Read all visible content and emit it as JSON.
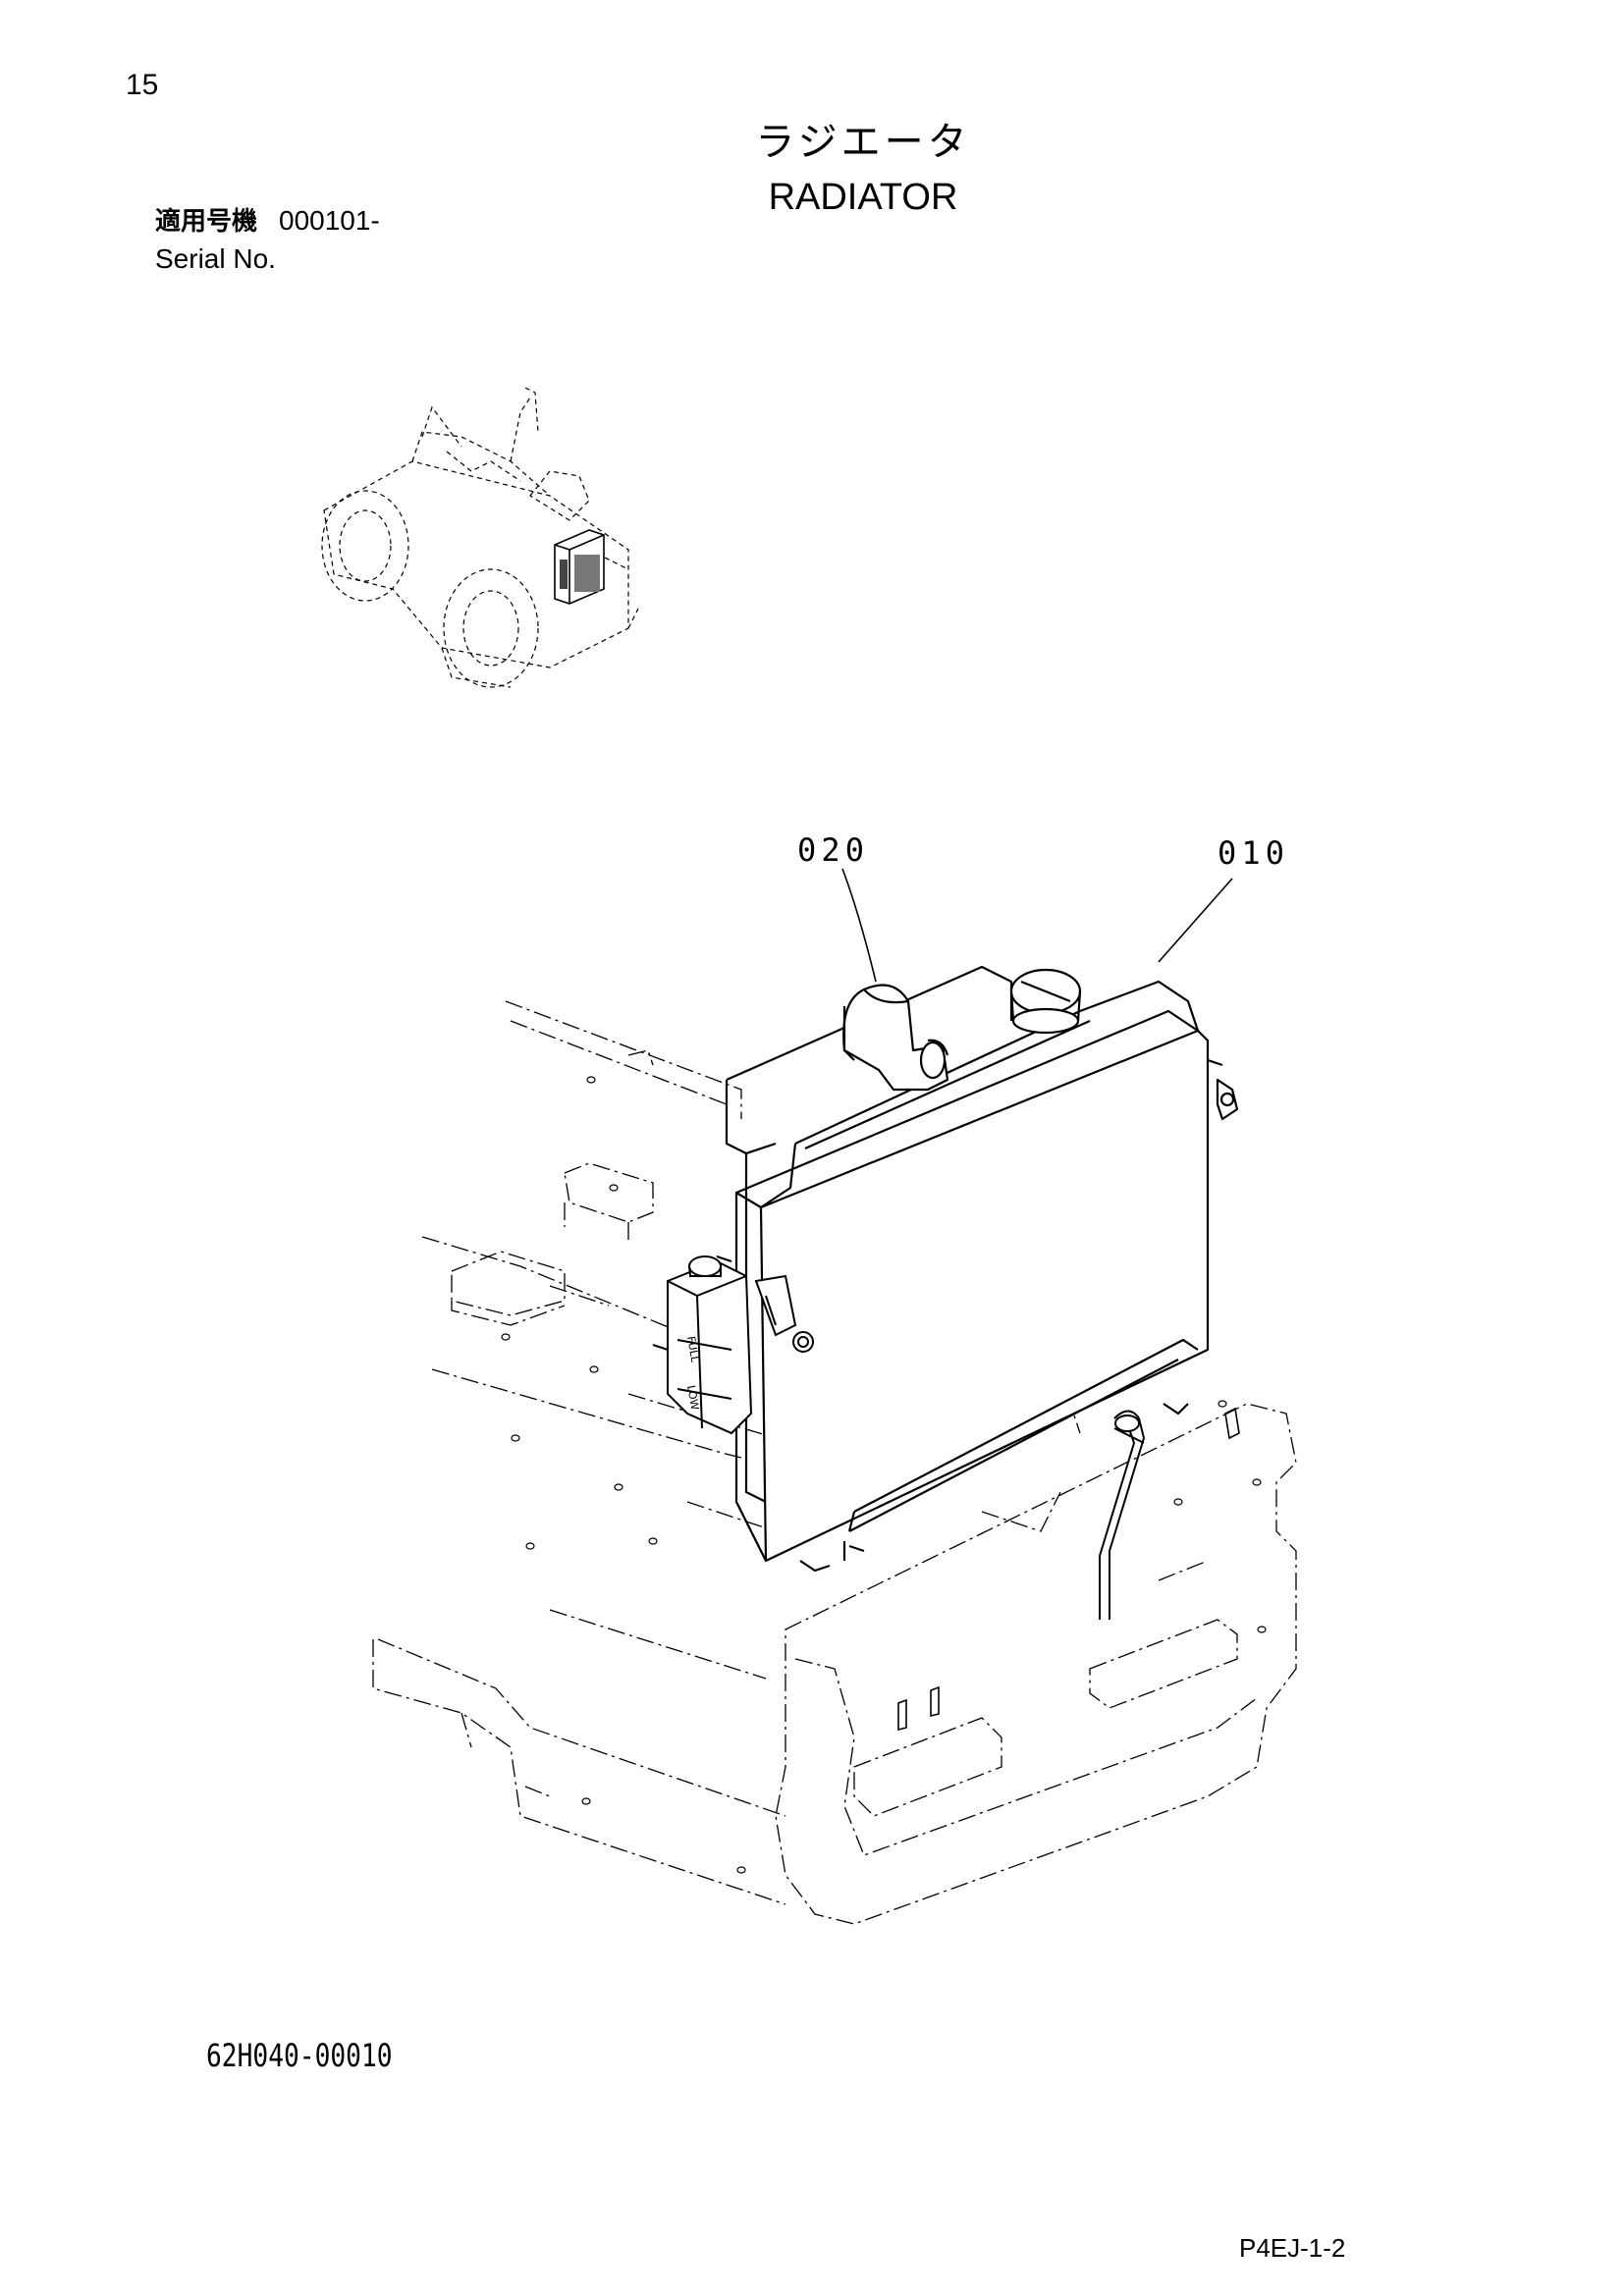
{
  "page": {
    "number": "15",
    "title_jp": "ラジエータ",
    "title_en": "RADIATOR",
    "serial_label_jp": "適用号機",
    "serial_value": "000101-",
    "serial_label_en": "Serial No.",
    "figure_code": "62H040-00010",
    "doc_ref": "P4EJ-1-2"
  },
  "callouts": [
    {
      "id": "020",
      "part": "hose"
    },
    {
      "id": "010",
      "part": "radiator"
    }
  ],
  "tank_labels": {
    "full": "FULL",
    "low": "LOW"
  }
}
